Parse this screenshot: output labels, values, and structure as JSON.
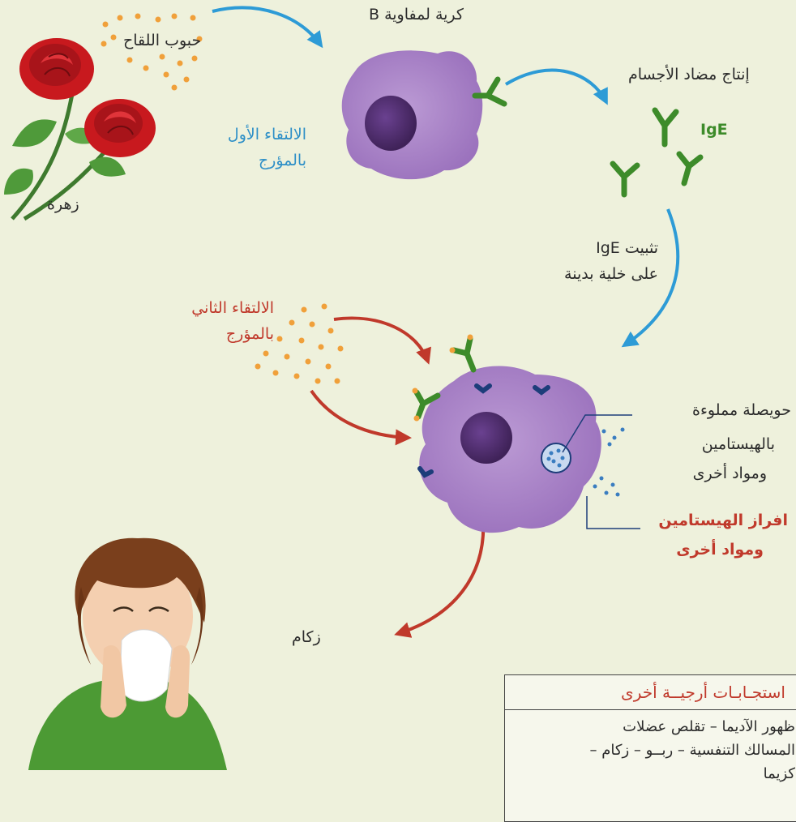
{
  "labels": {
    "b_cell": "كرية لمفاوية B",
    "pollen": "حبوب اللقاح",
    "flower": "زهرة",
    "first_contact_line1": "الالتقاء الأول",
    "first_contact_line2": "بالمؤرج",
    "antibody_production": "إنتاج مضاد الأجسام",
    "ige": "IgE",
    "fixation_line1": "تثبيت IgE",
    "fixation_line2": "على خلية بدينة",
    "second_contact_line1": "الالتقاء الثاني",
    "second_contact_line2": "بالمؤرج",
    "vesicle_line1": "حويصلة مملوءة",
    "vesicle_line2": "بالهيستامين",
    "vesicle_line3": "ومواد أخرى",
    "release_line1": "افراز الهيستامين",
    "release_line2": "ومواد أخرى",
    "rhinitis": "زكام"
  },
  "other_reactions": {
    "title": "استجـابـات أرجيــة أخرى",
    "line1": "ظهور الآديما – تقلص عضلات",
    "line2": "المسالك التنفسية – ربــو – زكام –",
    "line3": "كزيما"
  },
  "colors": {
    "background": "#eef1dc",
    "cell_purple": "#a77fc4",
    "nucleus": "#4b2a6b",
    "antibody_green": "#3d8b2a",
    "receptor_blue": "#1d3d7a",
    "arrow_blue": "#2d9bd6",
    "arrow_red": "#c0392b",
    "pollen_orange": "#f0a03a",
    "histamine_blue": "#3a7dc0"
  }
}
